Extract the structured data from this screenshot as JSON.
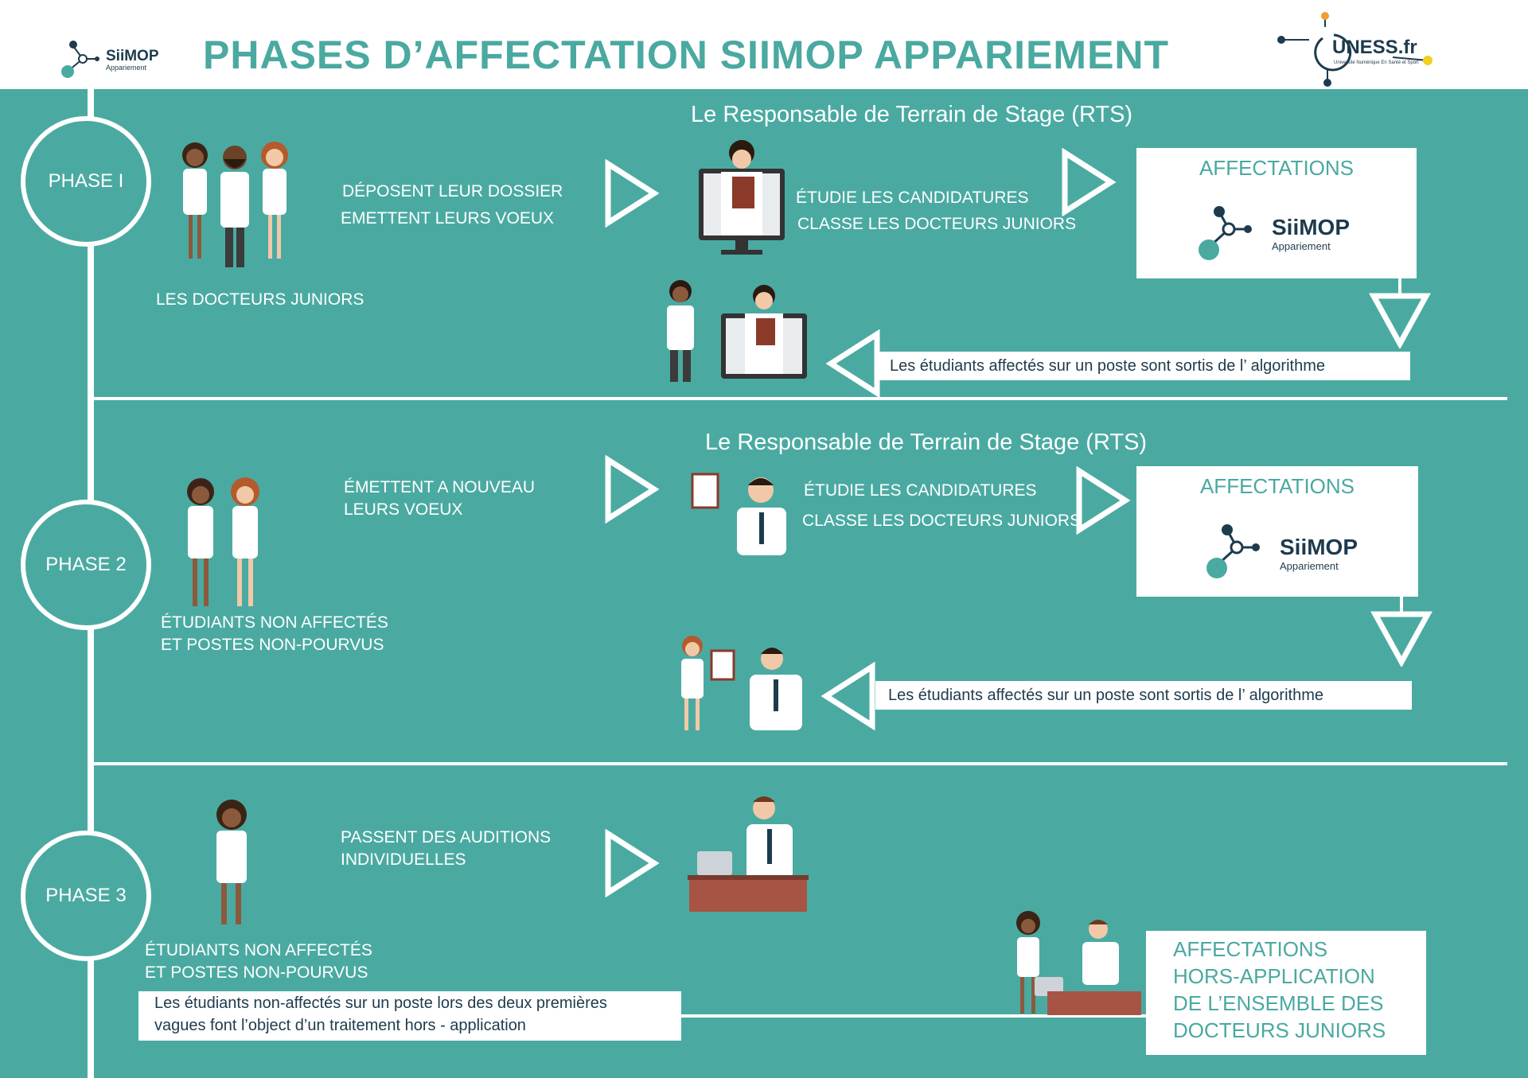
{
  "header": {
    "title": "PHASES D’AFFECTATION SIIMOP APPARIEMENT",
    "logo_left": {
      "name": "SiiMOP",
      "sub": "Appariement"
    },
    "logo_right": {
      "name": "UNESS.fr",
      "sub": "Université Numérique En Santé et Sport"
    }
  },
  "phase1": {
    "label": "PHASE I",
    "actor": "LES DOCTEURS JUNIORS",
    "action_l1": "DÉPOSENT LEUR DOSSIER",
    "action_l2": "EMETTENT LEURS VOEUX",
    "rts_title": "Le Responsable de Terrain de Stage (RTS)",
    "rts_l1": "ÉTUDIE LES CANDIDATURES",
    "rts_l2": "CLASSE LES DOCTEURS  JUNIORS",
    "box_title": "AFFECTATIONS",
    "result": "Les étudiants affectés sur un poste sont sortis de l’ algorithme"
  },
  "phase2": {
    "label": "PHASE 2",
    "actor_l1": "ÉTUDIANTS NON AFFECTÉS",
    "actor_l2": "ET POSTES NON-POURVUS",
    "action_l1": "ÉMETTENT A NOUVEAU",
    "action_l2": "LEURS VOEUX",
    "rts_title": "Le Responsable de Terrain de Stage (RTS)",
    "rts_l1": "ÉTUDIE LES CANDIDATURES",
    "rts_l2": "CLASSE LES DOCTEURS  JUNIORS",
    "box_title": "AFFECTATIONS",
    "result": "Les  étudiants affectés sur un poste sont sortis de l’ algorithme"
  },
  "phase3": {
    "label": "PHASE 3",
    "actor_l1": "ÉTUDIANTS NON AFFECTÉS",
    "actor_l2": "ET POSTES NON-POURVUS",
    "action_l1": "PASSENT DES AUDITIONS",
    "action_l2": "INDIVIDUELLES",
    "note_l1": "Les étudiants non-affectés sur un poste lors des deux premières",
    "note_l2": "vagues font l’object d’un traitement hors - application",
    "box_l1": "AFFECTATIONS",
    "box_l2": "HORS-APPLICATION",
    "box_l3": "DE L’ENSEMBLE DES",
    "box_l4": "DOCTEURS JUNIORS"
  },
  "colors": {
    "teal": "#4aaaa2",
    "navy": "#1d3b4d",
    "white": "#ffffff"
  }
}
